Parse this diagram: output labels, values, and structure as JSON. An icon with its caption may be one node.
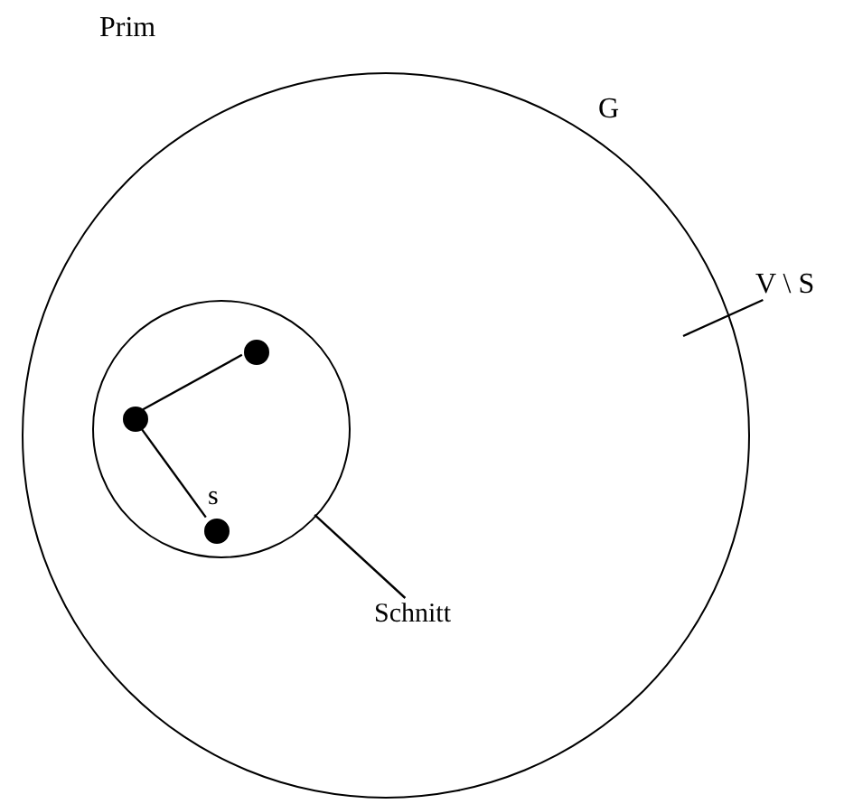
{
  "diagram": {
    "title": "Prim",
    "nodes": [
      {
        "text": [
          "G"
        ]
      },
      {
        "text": [],
        "shape": "circle",
        "in": 0
      },
      {
        "text": [],
        "shape": "circle",
        "in": 1
      },
      {
        "text": [],
        "shape": "circle",
        "in": 1
      },
      {
        "text": [],
        "shape": "circle",
        "in": 1,
        "beside": [
          "s"
        ]
      },
      {
        "text": [
          "V \\ S"
        ]
      },
      {
        "text": [
          "Schnitt"
        ],
        "in": 0
      }
    ],
    "edges": [
      {
        "from": 3,
        "to": 2,
        "arrow": "none"
      },
      {
        "from": 3,
        "to": 4,
        "arrow": "none"
      },
      {
        "from": 5,
        "to": null,
        "arrow": "none"
      },
      {
        "from": 6,
        "to": 1,
        "arrow": "none"
      }
    ]
  }
}
